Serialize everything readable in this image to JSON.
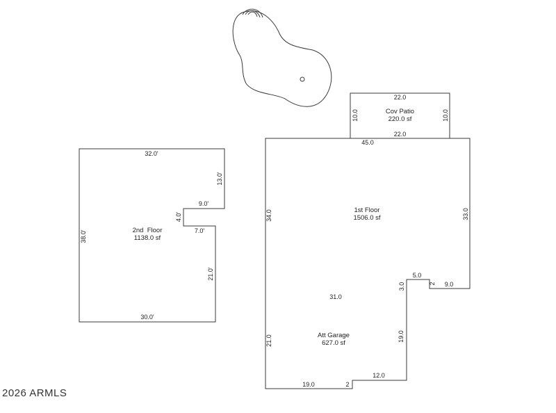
{
  "pool": {},
  "rooms": {
    "cov_patio": {
      "name": "Cov Patio",
      "area": "220.0 sf",
      "dims": {
        "top": "22.0",
        "left": "10.0",
        "right": "10.0",
        "bottom": "22.0"
      }
    },
    "first_floor": {
      "name": "1st Floor",
      "area": "1506.0 sf",
      "dims": {
        "top": "45.0",
        "left": "34.0",
        "right": "33.0",
        "notch_top": "5.0",
        "notch_left": "3.0",
        "notch_right": "2",
        "bottom_right": "9.0"
      }
    },
    "second_floor": {
      "name": "2nd  Floor",
      "area": "1138.0 sf",
      "dims": {
        "top": "32.0'",
        "right_upper": "13.0'",
        "step_top": "9.0'",
        "step_side": "4.0'",
        "step_bottom": "7.0'",
        "right_lower": "21.0'",
        "bottom": "30.0'",
        "left": "38.0'"
      }
    },
    "att_garage": {
      "name": "Att Garage",
      "area": "627.0 sf",
      "dims": {
        "top": "31.0",
        "left": "21.0",
        "right": "19.0",
        "bottom_left": "19.0",
        "step": "2",
        "bottom_right": "12.0"
      }
    }
  },
  "copyright": "2026 ARMLS"
}
